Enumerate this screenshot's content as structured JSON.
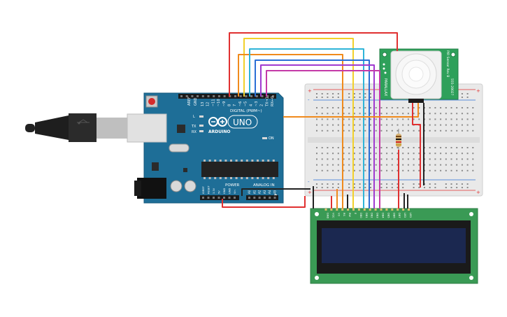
{
  "arduino": {
    "brand": "ARDUINO",
    "model": "UNO",
    "digital_label": "DIGITAL (PWM~)",
    "power_label": "POWER",
    "analog_label": "ANALOG IN",
    "on_label": "ON",
    "tx_label": "TX",
    "rx_label": "RX",
    "l_label": "L",
    "aref_label": "AREF",
    "gnd_label": "GND",
    "digital_pins": [
      "13",
      "12",
      "~11",
      "~10",
      "~9",
      "8",
      "7",
      "~6",
      "~5",
      "4",
      "~3",
      "2",
      "TX→1",
      "RX←0"
    ],
    "power_pins": [
      "IOREF",
      "RESET",
      "3.3V",
      "5V",
      "GND",
      "GND",
      "Vin"
    ],
    "analog_pins": [
      "A0",
      "A1",
      "A2",
      "A3",
      "A4",
      "A5"
    ]
  },
  "pir": {
    "label": "PIR Sensor Rev B",
    "brand": "PARALLAX",
    "part": "555-28027"
  },
  "breadboard": {
    "plus": "+",
    "minus": "-"
  },
  "lcd": {
    "pins": [
      "GND",
      "VCC",
      "V0",
      "RS",
      "RW",
      "E",
      "DB0",
      "DB1",
      "DB2",
      "DB3",
      "DB4",
      "DB5",
      "DB6",
      "DB7",
      "LED",
      "LED"
    ]
  },
  "colors": {
    "arduino_board": "#1e6e97",
    "breadboard": "#e9e9e9",
    "pir_board": "#2ea05a",
    "lcd_board": "#3a9a55",
    "lcd_screen": "#1b2850",
    "wire_red": "#e03030",
    "wire_yellow": "#f2d02a",
    "wire_orange": "#f08a1c",
    "wire_cyan": "#2eb4d8",
    "wire_blue": "#2a6fd6",
    "wire_purple": "#a03ad0",
    "wire_magenta": "#c43aa8",
    "wire_black": "#222222"
  },
  "icons": [
    "usb-plug-icon",
    "reset-button-icon",
    "barrel-jack-icon",
    "resistor-icon"
  ]
}
